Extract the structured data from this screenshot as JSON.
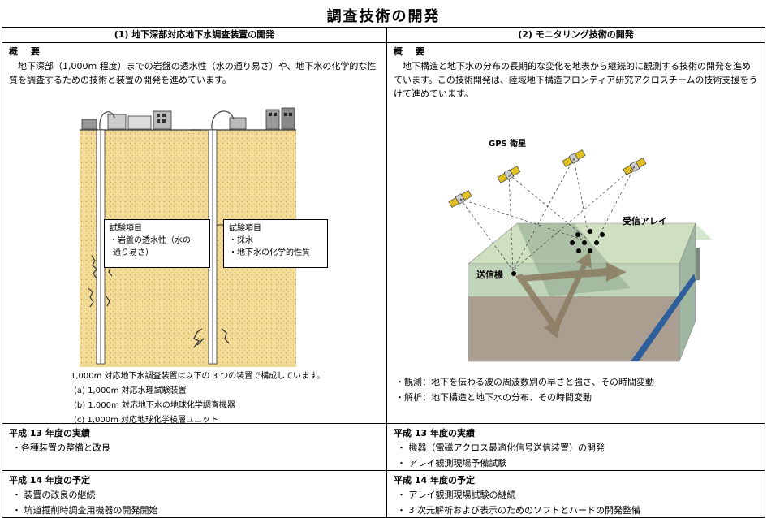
{
  "title": "調査技術の開発",
  "left": {
    "header": "(1) 地下深部対応地下水調査装置の開発",
    "overview_label": "概 要",
    "overview_text": "地下深部（1,000m 程度）までの岩盤の透水性（水の通り易さ）や、地下水の化学的な性質を調査するための技術と装置の開発を進めています。",
    "box1": {
      "title": "試験項目",
      "line1": "・岩盤の透水性（水の",
      "line2": "通り易さ）"
    },
    "box2": {
      "title": "試験項目",
      "line1": "・採水",
      "line2": "・地下水の化学的性質"
    },
    "composition_intro": "1,000m 対応地下水調査装置は以下の 3 つの装置で構成しています。",
    "composition_items": [
      "(a)  1,000m 対応水理試験装置",
      "(b)  1,000m 対応地下水の地球化学調査機器",
      "(c)  1,000m 対応地球化学検層ユニット"
    ],
    "results_title": "平成 13 年度の実績",
    "results_items": [
      "・各種装置の整備と改良"
    ],
    "plan_title": "平成 14 年度の予定",
    "plan_items": [
      "・ 装置の改良の継続",
      "・ 坑道掘削時調査用機器の開発開始"
    ]
  },
  "right": {
    "header": "(2) モニタリング技術の開発",
    "overview_label": "概 要",
    "overview_text": "地下構造と地下水の分布の長期的な変化を地表から継続的に観測する技術の開発を進めています。この技術開発は、陸域地下構造フロンティア研究アクロスチームの技術支援をうけて進めています。",
    "gps_label": "GPS 衛星",
    "receiver_label": "受信アレイ",
    "transmitter_label": "送信機",
    "obs_line1": "・観測：地下を伝わる波の周波数別の早さと強さ、その時間変動",
    "obs_line2": "・解析：地下構造と地下水の分布、その時間変動",
    "results_title": "平成 13 年度の実績",
    "results_items": [
      "・ 機器（電磁アクロス最適化信号送信装置）の開発",
      "・ アレイ観測現場予備試験"
    ],
    "plan_title": "平成 14 年度の予定",
    "plan_items": [
      "・ アレイ観測現場試験の継続",
      "・ 3 次元解析および表示のためのソフトとハードの開発整備"
    ]
  }
}
